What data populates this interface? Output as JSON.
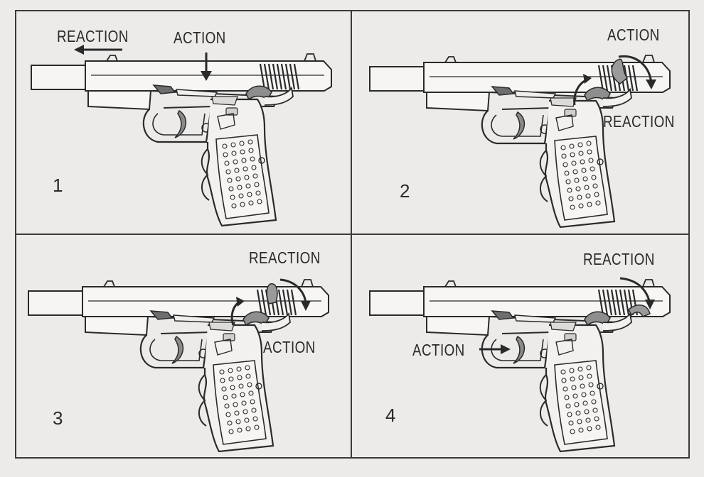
{
  "panels": [
    {
      "number": "1",
      "labels": [
        "REACTION",
        "ACTION"
      ]
    },
    {
      "number": "2",
      "labels": [
        "ACTION",
        "REACTION"
      ]
    },
    {
      "number": "3",
      "labels": [
        "REACTION",
        "ACTION"
      ]
    },
    {
      "number": "4",
      "labels": [
        "REACTION",
        "ACTION"
      ]
    }
  ],
  "colors": {
    "background": "#ecebe9",
    "line": "#2a2a2a",
    "grip_fill": "#f2f1ef",
    "shade": "#9b9b9b"
  }
}
